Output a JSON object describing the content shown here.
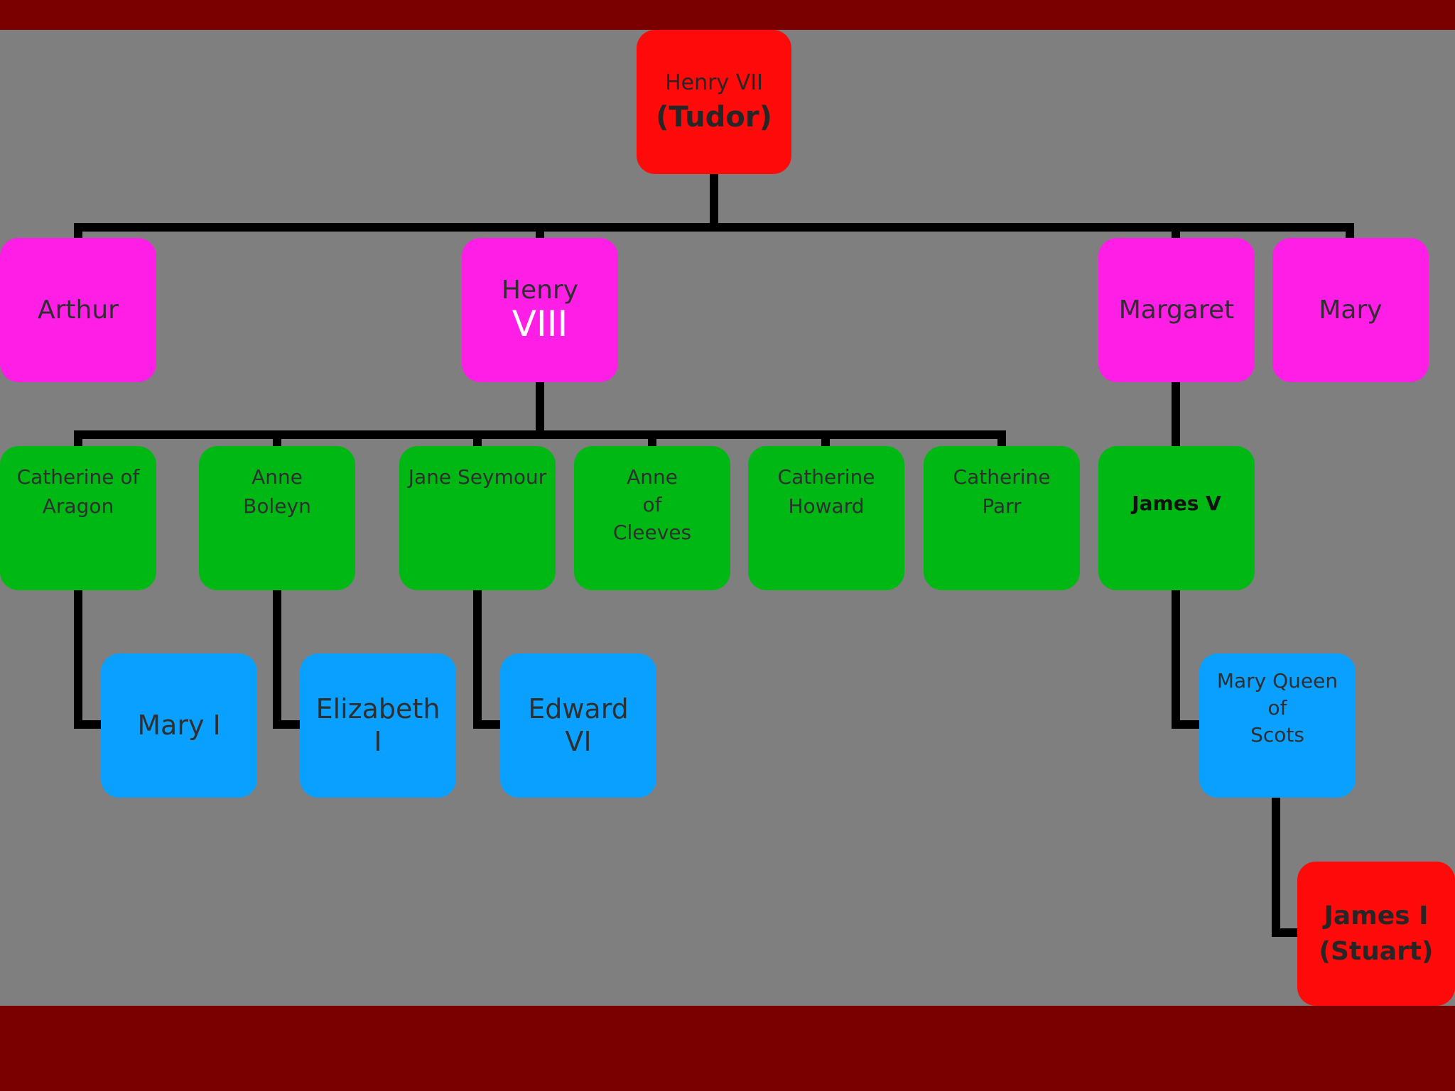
{
  "colors": {
    "background": "#7f7f7f",
    "band": "#7a0000",
    "connector": "#000000",
    "red": "#ff0a0a",
    "magenta": "#ff1ee6",
    "green": "#00b814",
    "blue": "#0aa0ff"
  },
  "nodes": {
    "henry_vii": {
      "line1": "Henry VII",
      "line2": "(Tudor)"
    },
    "arthur": {
      "line1": "Arthur"
    },
    "henry_viii": {
      "line1": "Henry",
      "line2": "VIII"
    },
    "margaret": {
      "line1": "Margaret"
    },
    "mary": {
      "line1": "Mary"
    },
    "catherine_aragon": {
      "line1": "Catherine of",
      "line2": "Aragon"
    },
    "anne_boleyn": {
      "line1": "Anne",
      "line2": "Boleyn"
    },
    "jane_seymour": {
      "line1": "Jane Seymour"
    },
    "anne_cleves": {
      "line1": "Anne",
      "line2": "of",
      "line3": "Cleeves"
    },
    "catherine_howard": {
      "line1": "Catherine",
      "line2": "Howard"
    },
    "catherine_parr": {
      "line1": "Catherine",
      "line2": "Parr"
    },
    "james_v": {
      "line1": "James V"
    },
    "mary_i": {
      "line1": "Mary I"
    },
    "elizabeth_i": {
      "line1": "Elizabeth",
      "line2": "I"
    },
    "edward_vi": {
      "line1": "Edward",
      "line2": "VI"
    },
    "mary_queen_scots": {
      "line1": "Mary Queen",
      "line2": "of",
      "line3": "Scots"
    },
    "james_i": {
      "line1": "James I",
      "line2": "(Stuart)"
    }
  }
}
